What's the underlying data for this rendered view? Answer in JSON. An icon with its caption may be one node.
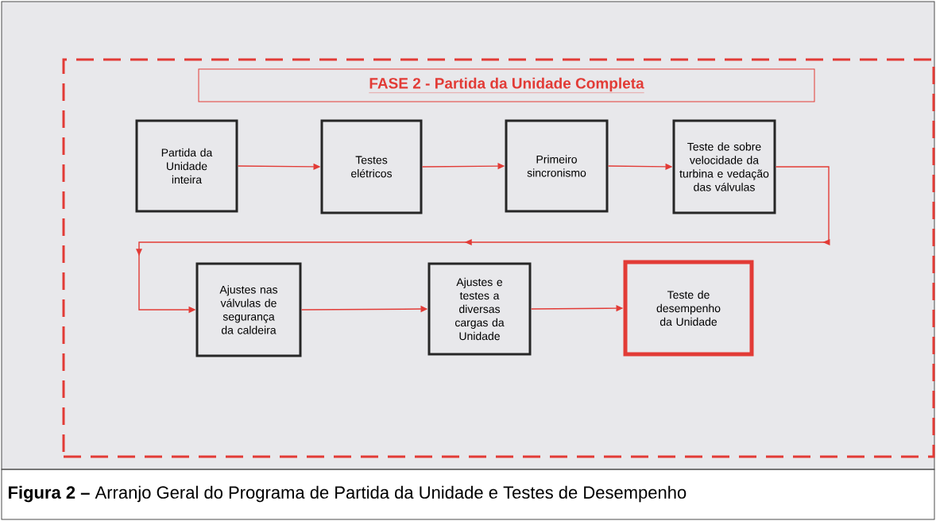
{
  "diagram": {
    "caption": "**Figura 2 –** Arranjo Geral do Programa de Partida da Unidade e Testes de Desempenho",
    "nodes": [
      {
        "text": [],
        "shape": "box"
      },
      {
        "text": [
          "FASE 2 - Partida da Unidade Completa"
        ],
        "in": 0
      },
      {
        "text": [
          "Partida da Unidade inteira"
        ],
        "in": 0
      },
      {
        "text": [
          "Testes elétricos"
        ],
        "in": 0
      },
      {
        "text": [
          "Primeiro sincronismo"
        ],
        "in": 0
      },
      {
        "text": [
          "Teste de sobre velocidade da turbina e vedação das válvulas"
        ],
        "in": 0
      },
      {
        "text": [
          "Ajustes nas válvulas de segurança da caldeira"
        ],
        "in": 0
      },
      {
        "text": [
          "Ajustes e testes a diversas cargas da Unidade"
        ],
        "in": 0
      },
      {
        "text": [
          "Teste de desempenho da Unidade"
        ],
        "in": 0
      }
    ],
    "edges": [
      {
        "from": 2,
        "to": 3,
        "arrow": "to"
      },
      {
        "from": 3,
        "to": 4,
        "arrow": "to"
      },
      {
        "from": 4,
        "to": 5,
        "arrow": "to"
      },
      {
        "from": 5,
        "to": 6,
        "arrow": "to"
      },
      {
        "from": 6,
        "to": 7,
        "arrow": "to"
      },
      {
        "from": 7,
        "to": 8,
        "arrow": "to"
      }
    ]
  }
}
